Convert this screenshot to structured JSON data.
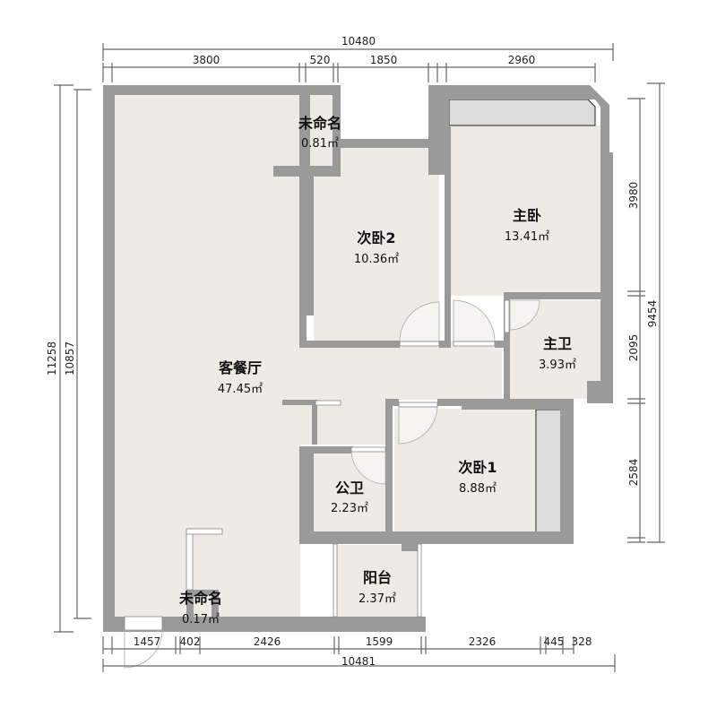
{
  "plan": {
    "rooms": [
      {
        "name": "客餐厅",
        "area": "47.45㎡"
      },
      {
        "name": "未命名",
        "area": "0.81㎡"
      },
      {
        "name": "次卧2",
        "area": "10.36㎡"
      },
      {
        "name": "主卧",
        "area": "13.41㎡"
      },
      {
        "name": "主卫",
        "area": "3.93㎡"
      },
      {
        "name": "次卧1",
        "area": "8.88㎡"
      },
      {
        "name": "公卫",
        "area": "2.23㎡"
      },
      {
        "name": "阳台",
        "area": "2.37㎡"
      },
      {
        "name": "未命名",
        "area": "0.17㎡"
      }
    ],
    "dimensions": {
      "top_total": "10480",
      "top_segments": [
        "3800",
        "520",
        "1850",
        "2960"
      ],
      "bottom_total": "10481",
      "bottom_segments": [
        "1457",
        "402",
        "2426",
        "1599",
        "2326",
        "445",
        "328"
      ],
      "left_outer": "11258",
      "left_inner": "10857",
      "right_total": "9454",
      "right_segments": [
        "3980",
        "2095",
        "2584"
      ]
    },
    "colors": {
      "wall": "#9a9a9a",
      "floor": "#eeebe5",
      "wardrobe": "#dcdcdc",
      "dim_line": "#666666"
    }
  }
}
